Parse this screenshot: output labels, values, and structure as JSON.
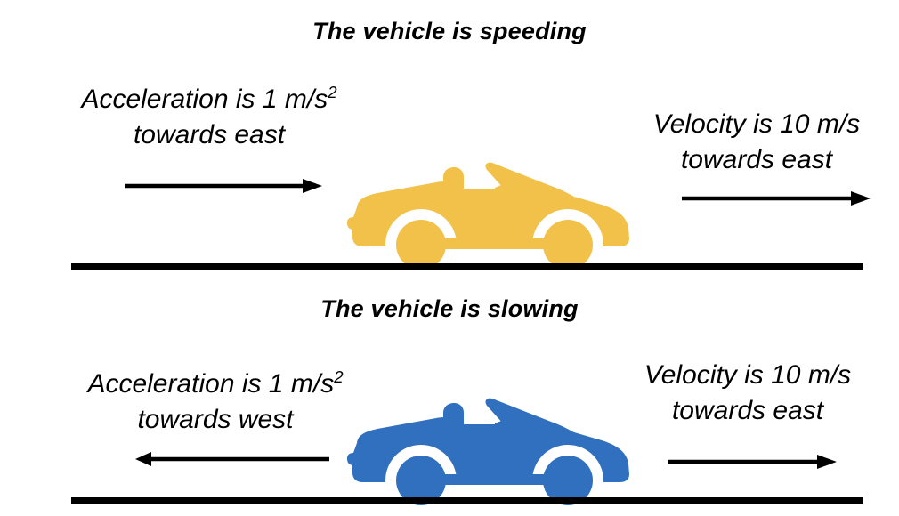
{
  "figure": {
    "type": "physics-diagram",
    "subject": "vehicle acceleration and velocity vectors",
    "background_color": "#ffffff"
  },
  "panels": [
    {
      "id": "speeding",
      "title": "The vehicle is speeding",
      "car_color": "#F2C14A",
      "car_name": "convertible-car-yellow",
      "acceleration": {
        "text_line1": "Acceleration is 1 m/s",
        "exponent": "2",
        "text_line2": "towards east",
        "magnitude": "1",
        "unit": "m/s²",
        "direction": "east",
        "arrow_direction": "right"
      },
      "velocity": {
        "text_line1": "Velocity is 10 m/s",
        "text_line2": "towards east",
        "magnitude": "10",
        "unit": "m/s",
        "direction": "east",
        "arrow_direction": "right"
      }
    },
    {
      "id": "slowing",
      "title": "The vehicle is slowing",
      "car_color": "#3070BE",
      "car_name": "convertible-car-blue",
      "acceleration": {
        "text_line1": "Acceleration is 1 m/s",
        "exponent": "2",
        "text_line2": "towards west",
        "magnitude": "1",
        "unit": "m/s²",
        "direction": "west",
        "arrow_direction": "left"
      },
      "velocity": {
        "text_line1": "Velocity is 10 m/s",
        "text_line2": "towards east",
        "magnitude": "10",
        "unit": "m/s",
        "direction": "east",
        "arrow_direction": "right"
      }
    }
  ],
  "colors": {
    "yellow": "#F2C14A",
    "blue": "#3070BE",
    "line": "#000000",
    "background": "#ffffff"
  }
}
